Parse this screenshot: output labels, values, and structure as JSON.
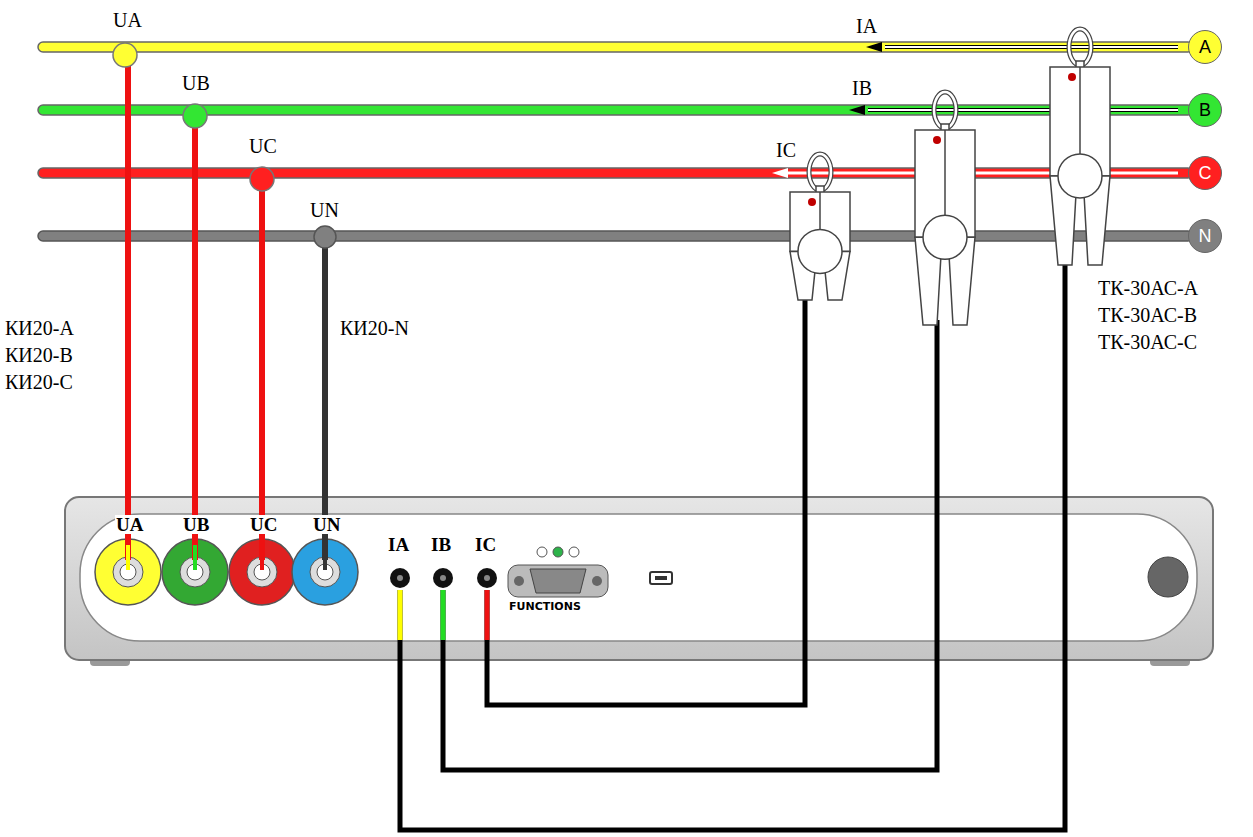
{
  "diagram": {
    "nodes": [
      {
        "text": [
          "A"
        ]
      },
      {
        "text": [
          "B"
        ]
      },
      {
        "text": [
          "C"
        ]
      },
      {
        "text": [
          "N"
        ]
      },
      {
        "text": [
          "UA",
          "UB",
          "UC",
          "UN",
          "IA",
          "IB",
          "IC",
          "FUNCTIONS"
        ]
      }
    ],
    "labels": [
      "UA",
      "UB",
      "UC",
      "UN",
      "IA",
      "IB",
      "IC",
      "КИ20-A",
      "КИ20-B",
      "КИ20-C",
      "КИ20-N",
      "ТК-30АС-A",
      "ТК-30АС-B",
      "ТК-30АС-C"
    ]
  }
}
